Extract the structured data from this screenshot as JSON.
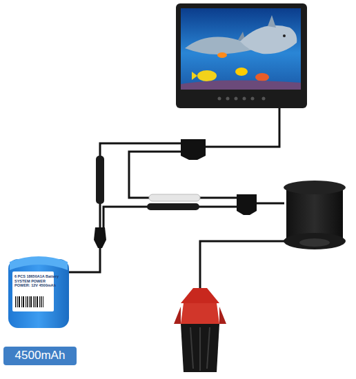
{
  "diagram": {
    "nodes": [
      {
        "text": [
          "6 PCS 18650A1A Battery",
          "SYSTEM POWER",
          "POWER: 12V 4500mAh"
        ]
      },
      {
        "text": [
          "4500mAh"
        ]
      }
    ]
  }
}
